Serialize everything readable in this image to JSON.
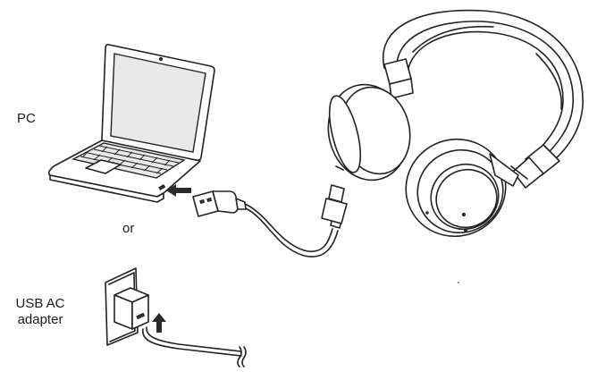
{
  "labels": {
    "pc": "PC",
    "or": "or",
    "usb_ac_adapter_line1": "USB AC",
    "usb_ac_adapter_line2": "adapter"
  }
}
